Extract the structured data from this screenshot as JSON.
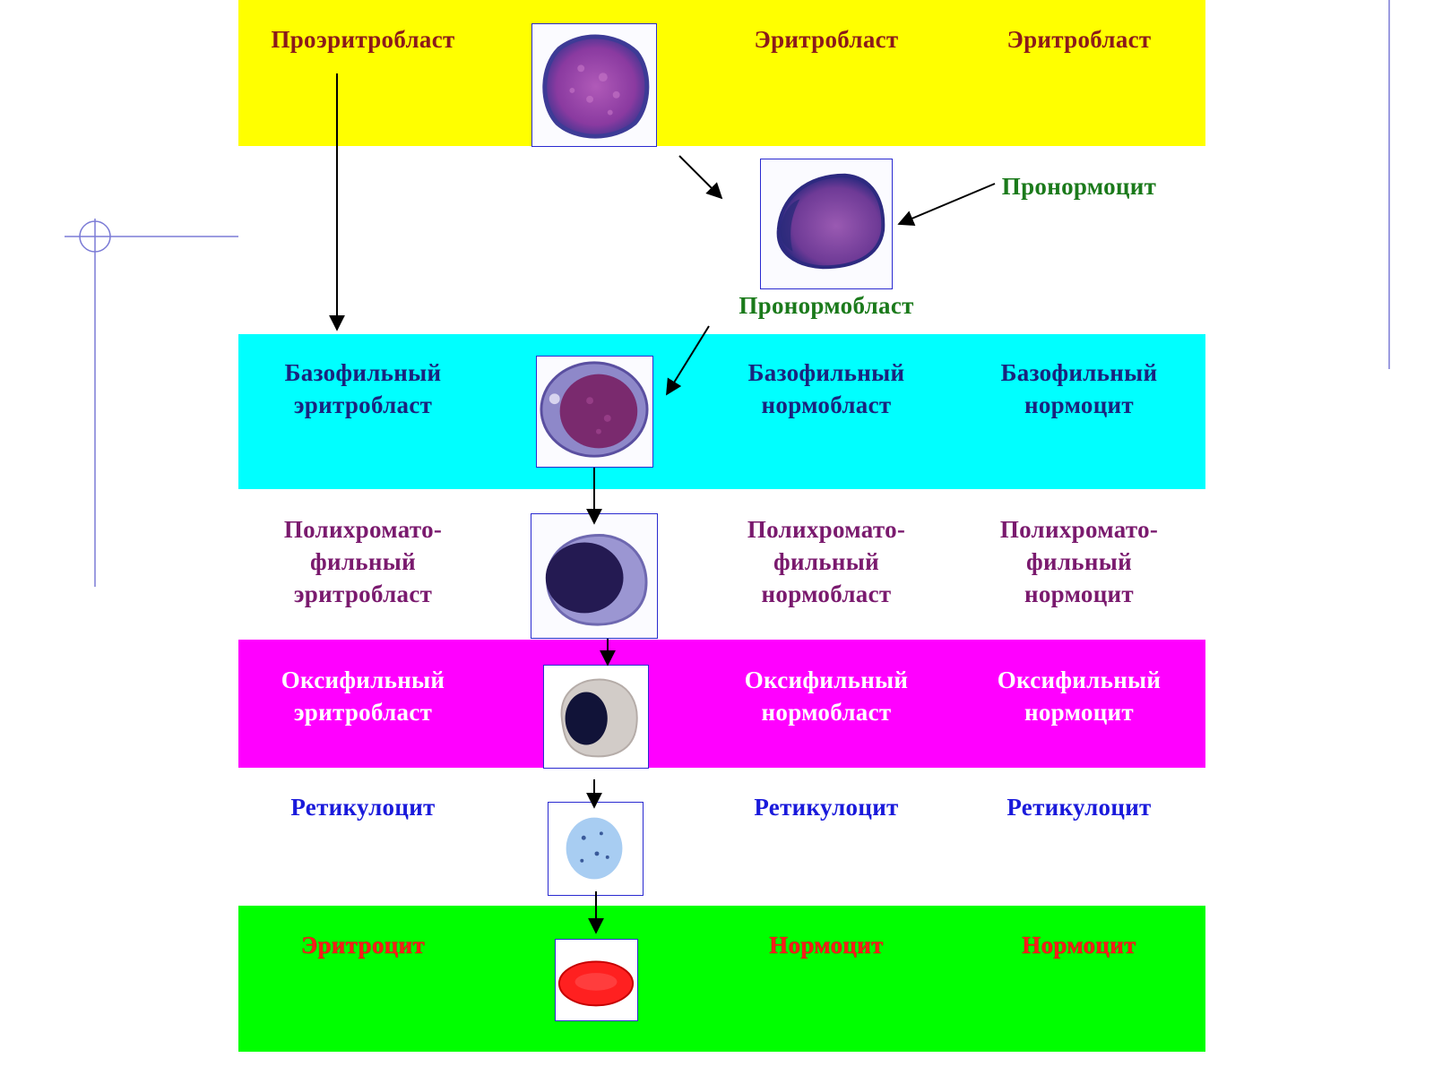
{
  "rows": {
    "row1": {
      "col1": "Проэритробласт",
      "col3": "Эритробласт",
      "col4": "Эритробласт"
    },
    "pronorm": {
      "right_label": "Пронормоцит",
      "bottom_label": "Пронормобласт"
    },
    "row2": {
      "col1": [
        "Базофильный",
        "эритробласт"
      ],
      "col3": [
        "Базофильный",
        "нормобласт"
      ],
      "col4": [
        "Базофильный",
        "нормоцит"
      ]
    },
    "row3": {
      "col1": [
        "Полихромато-",
        "фильный",
        "эритробласт"
      ],
      "col3": [
        "Полихромато-",
        "фильный",
        "нормобласт"
      ],
      "col4": [
        "Полихромато-",
        "фильный",
        "нормоцит"
      ]
    },
    "row4": {
      "col1": [
        "Оксифильный",
        "эритробласт"
      ],
      "col3": [
        "Оксифильный",
        "нормобласт"
      ],
      "col4": [
        "Оксифильный",
        "нормоцит"
      ]
    },
    "row5": {
      "col1": "Ретикулоцит",
      "col3": "Ретикулоцит",
      "col4": "Ретикулоцит"
    },
    "row6": {
      "col1": "Эритроцит",
      "col3": "Нормоцит",
      "col4": "Нормоцит"
    }
  },
  "colors": {
    "yellow_band": "#ffff00",
    "cyan_band": "#00ffff",
    "magenta_band": "#ff00ff",
    "green_band": "#00ff00"
  }
}
